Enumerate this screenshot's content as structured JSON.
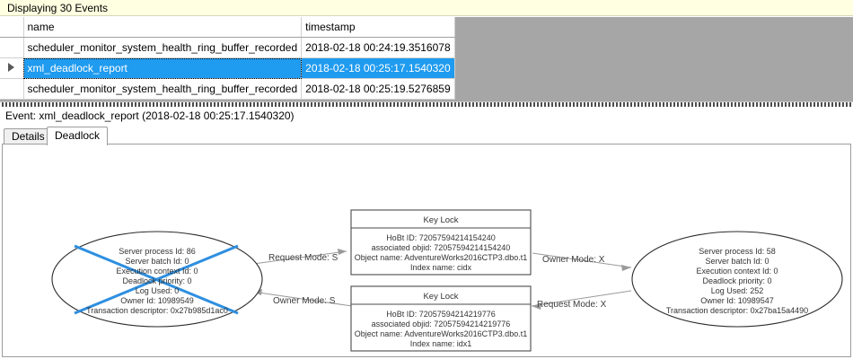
{
  "banner": {
    "text": "Displaying 30 Events"
  },
  "grid": {
    "columns": [
      {
        "key": "selector",
        "label": ""
      },
      {
        "key": "name",
        "label": "name"
      },
      {
        "key": "timestamp",
        "label": "timestamp"
      }
    ],
    "rows": [
      {
        "selected": false,
        "selector_icon": "",
        "name": "scheduler_monitor_system_health_ring_buffer_recorded",
        "timestamp": "2018-02-18 00:24:19.3516078"
      },
      {
        "selected": true,
        "selector_icon": "row-selector-triangle",
        "name": "xml_deadlock_report",
        "timestamp": "2018-02-18 00:25:17.1540320"
      },
      {
        "selected": false,
        "selector_icon": "",
        "name": "scheduler_monitor_system_health_ring_buffer_recorded",
        "timestamp": "2018-02-18 00:25:19.5276859"
      }
    ]
  },
  "event_header": {
    "text": "Event: xml_deadlock_report (2018-02-18 00:25:17.1540320)"
  },
  "tabs": [
    {
      "label": "Details",
      "active": false
    },
    {
      "label": "Deadlock",
      "active": true
    }
  ],
  "colors": {
    "banner_background": "#ffffe1",
    "selection_blue": "#1f9bef",
    "grid_filler_gray": "#a6a6a6",
    "victim_cross_blue": "#2e8fe0",
    "edge_gray": "#9a9a9a"
  },
  "deadlock_graph": {
    "process_left": {
      "is_victim": true,
      "lines": [
        "Server process Id: 86",
        "Server batch Id: 0",
        "Execution context Id: 0",
        "Deadlock priority: 0",
        "Log Used: 0",
        "Owner Id: 10989549",
        "Transaction descriptor: 0x27b985d1ac0"
      ]
    },
    "process_right": {
      "is_victim": false,
      "lines": [
        "Server process Id: 58",
        "Server batch Id: 0",
        "Execution context Id: 0",
        "Deadlock priority: 0",
        "Log Used: 252",
        "Owner Id: 10989547",
        "Transaction descriptor: 0x27ba15a4490"
      ]
    },
    "resource_top": {
      "title": "Key Lock",
      "lines": [
        "HoBt ID: 72057594214154240",
        "associated objid: 72057594214154240",
        "Object name: AdventureWorks2016CTP3.dbo.t1",
        "Index name: cidx"
      ]
    },
    "resource_bottom": {
      "title": "Key Lock",
      "lines": [
        "HoBt ID: 72057594214219776",
        "associated objid: 72057594214219776",
        "Object name: AdventureWorks2016CTP3.dbo.t1",
        "Index name: idx1"
      ]
    },
    "edges": [
      {
        "id": "left-request-top",
        "label": "Request Mode: S"
      },
      {
        "id": "top-owner-right",
        "label": "Owner Mode: X"
      },
      {
        "id": "bottom-owner-left",
        "label": "Owner Mode: S"
      },
      {
        "id": "right-request-bottom",
        "label": "Request Mode: X"
      }
    ]
  }
}
